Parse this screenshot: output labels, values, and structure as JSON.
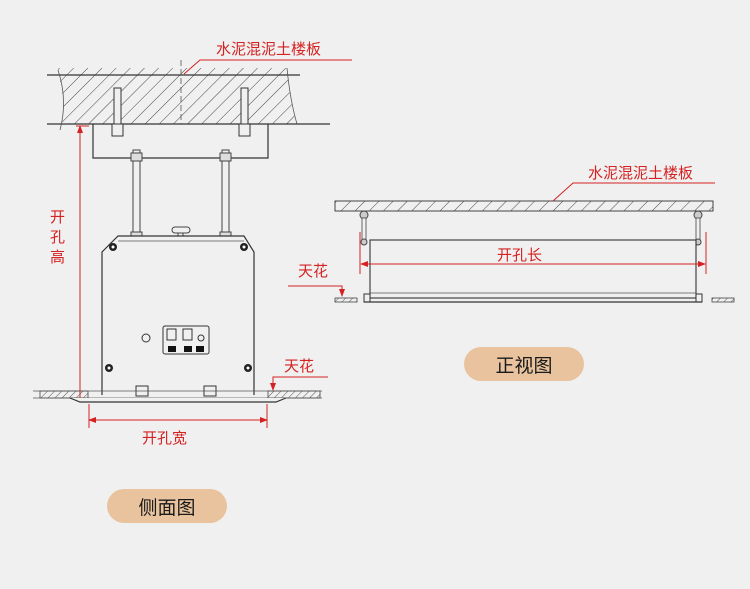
{
  "side_view": {
    "slab_label": "水泥混泥土楼板",
    "height_label_chars": [
      "开",
      "孔",
      "高"
    ],
    "width_label": "开孔宽",
    "ceiling_label": "天花",
    "badge": "侧面图"
  },
  "front_view": {
    "slab_label": "水泥混泥土楼板",
    "length_label": "开孔长",
    "ceiling_label": "天花",
    "badge": "正视图"
  },
  "colors": {
    "annotation": "#d42222",
    "badge_bg": "#e8c39e",
    "background": "#f1f0f0",
    "line": "#333333"
  }
}
